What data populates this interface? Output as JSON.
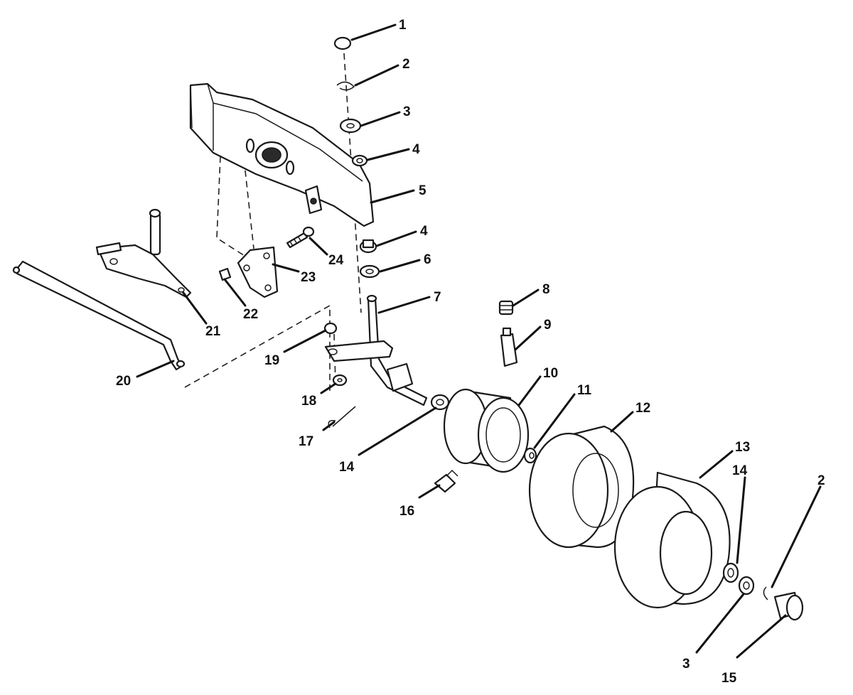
{
  "callouts": {
    "c1": "1",
    "c2": "2",
    "c3": "3",
    "c4a": "4",
    "c5": "5",
    "c4b": "4",
    "c6": "6",
    "c7": "7",
    "c8": "8",
    "c9": "9",
    "c10": "10",
    "c11": "11",
    "c12": "12",
    "c13": "13",
    "c14a": "14",
    "c14b": "14",
    "c2b": "2",
    "c3b": "3",
    "c15": "15",
    "c16": "16",
    "c17": "17",
    "c18": "18",
    "c19": "19",
    "c20": "20",
    "c21": "21",
    "c22": "22",
    "c23": "23",
    "c24": "24"
  }
}
